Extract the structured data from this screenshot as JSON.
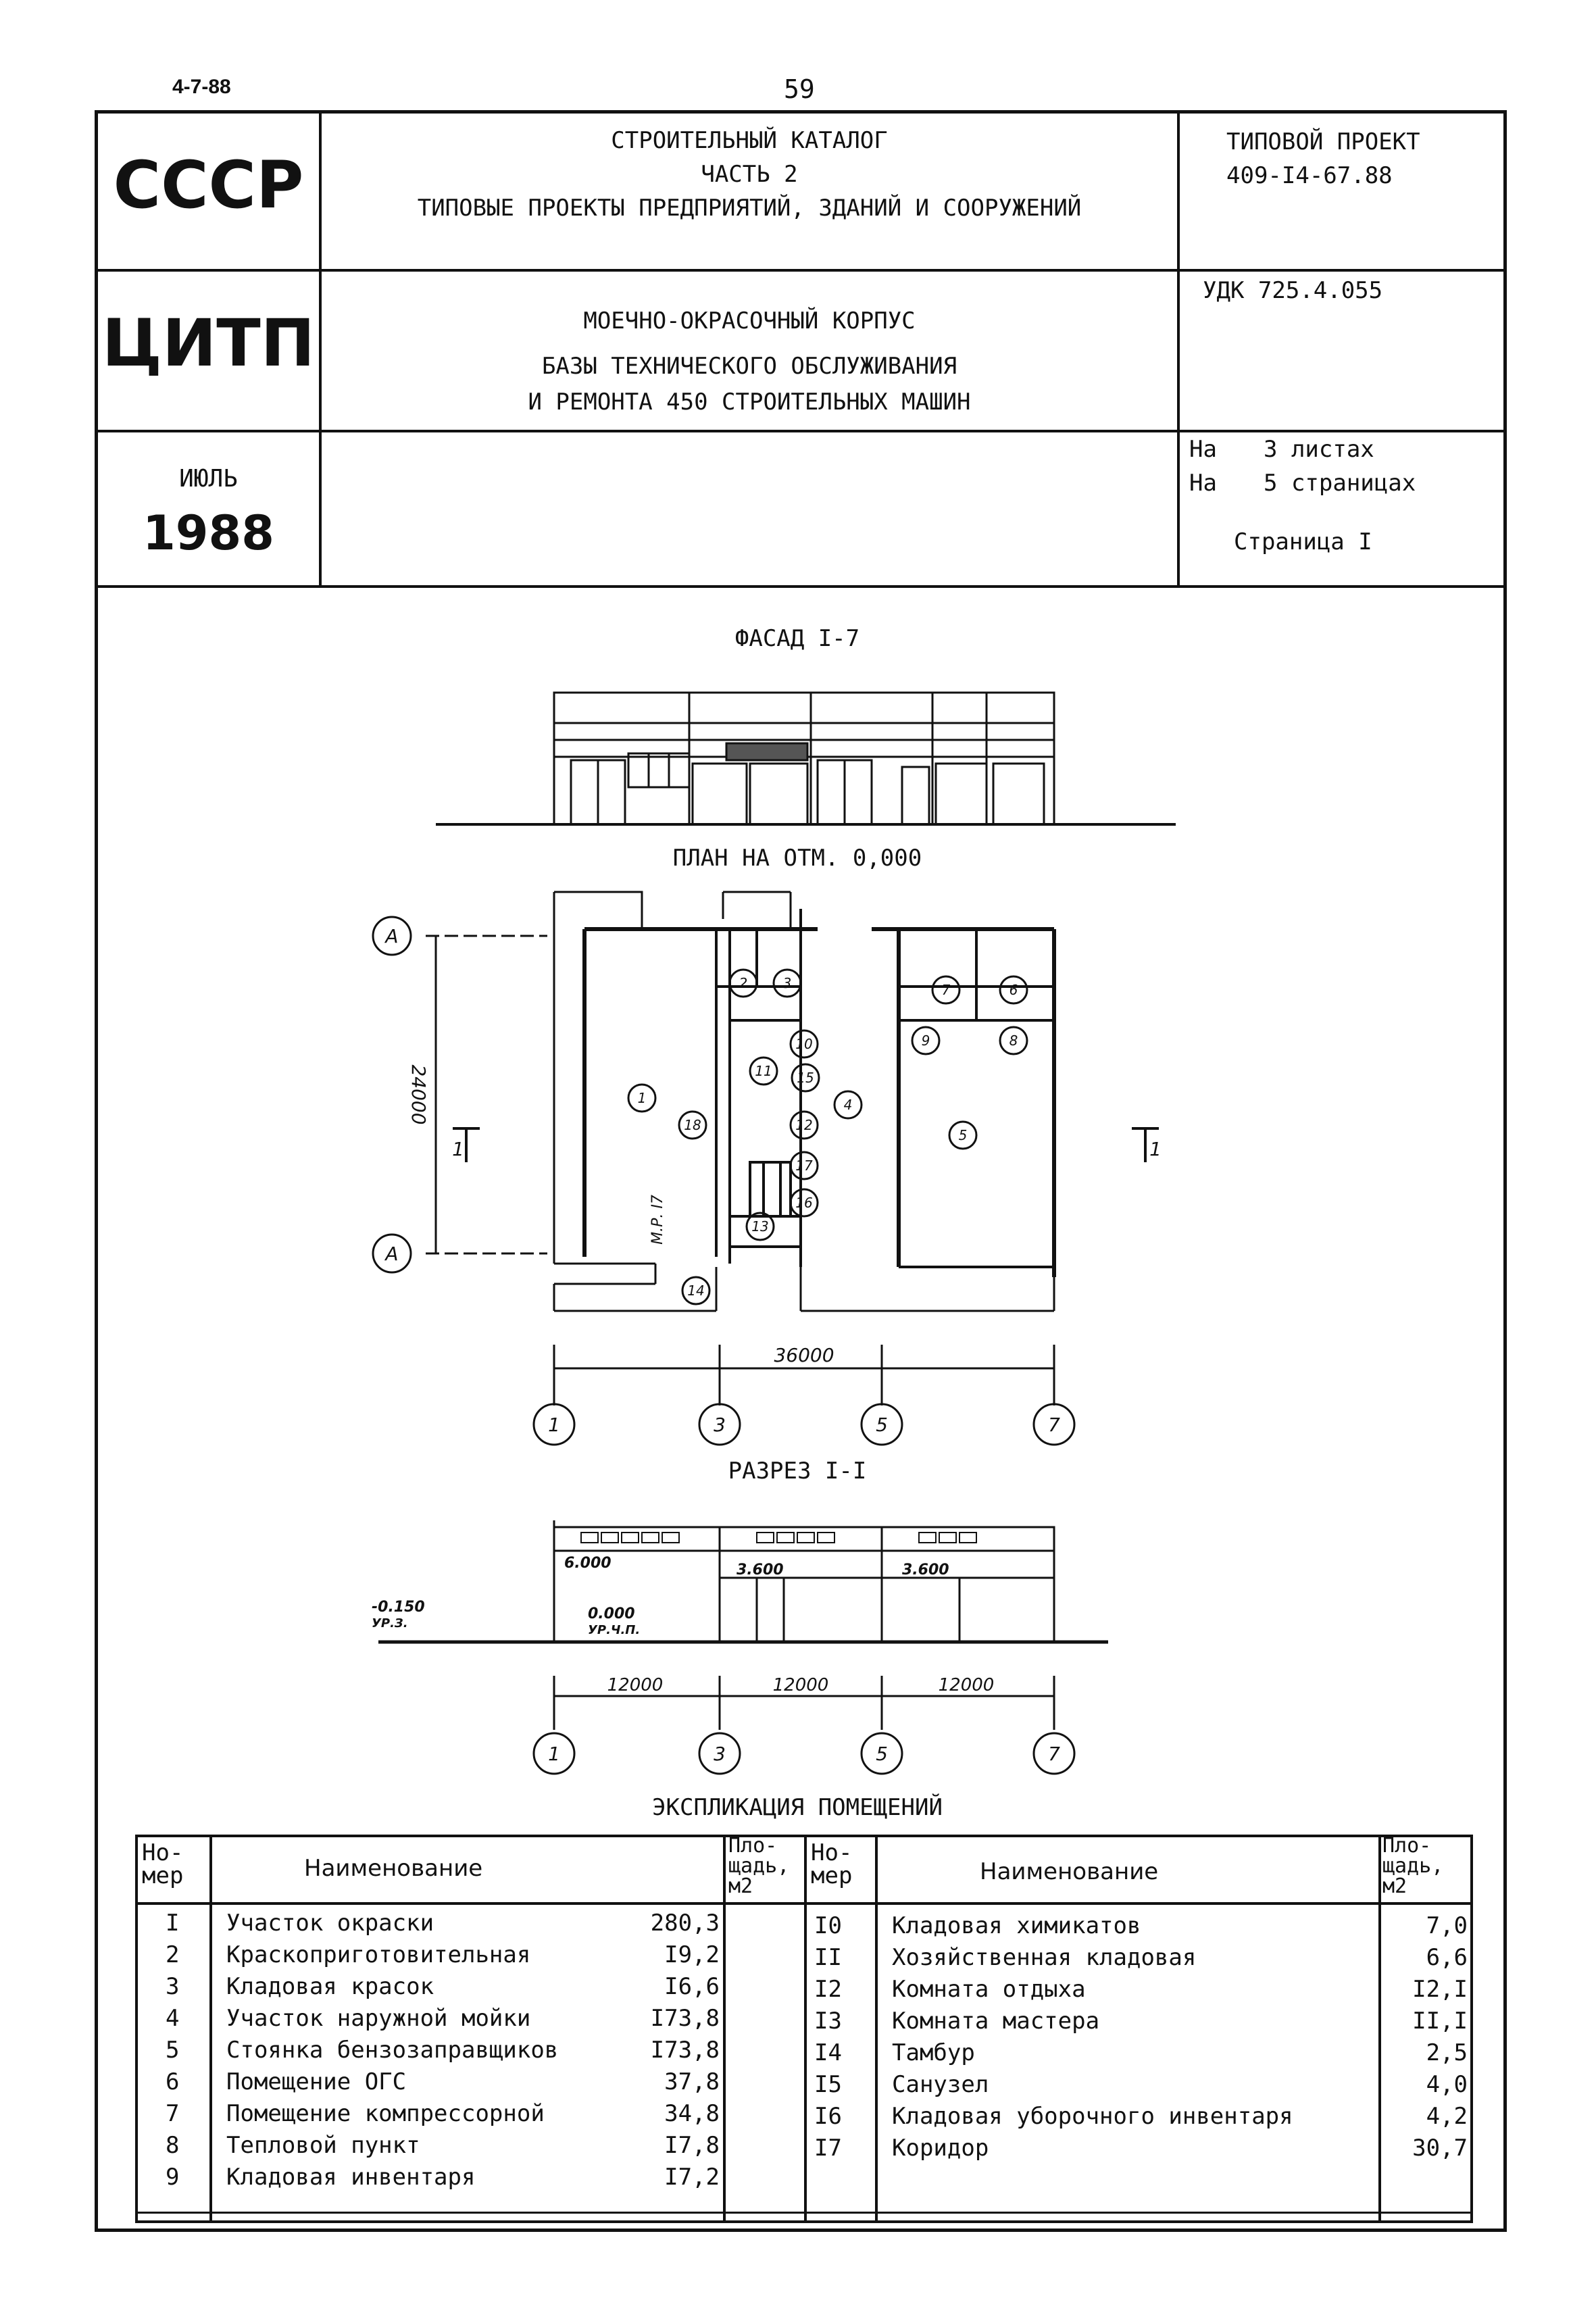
{
  "header": {
    "doc_code": "4-7-88",
    "page_number": "59"
  },
  "title_block": {
    "org1": "СССР",
    "org2": "ЦИТП",
    "month": "ИЮЛЬ",
    "year": "1988",
    "catalog_line1": "СТРОИТЕЛЬНЫЙ КАТАЛОГ",
    "catalog_line2": "ЧАСТЬ 2",
    "catalog_line3": "ТИПОВЫЕ ПРОЕКТЫ ПРЕДПРИЯТИЙ, ЗДАНИЙ И СООРУЖЕНИЙ",
    "project_label": "ТИПОВОЙ ПРОЕКТ",
    "project_code": "409-I4-67.88",
    "building_line1": "МОЕЧНО-ОКРАСОЧНЫЙ КОРПУС",
    "building_line2": "БАЗЫ ТЕХНИЧЕСКОГО ОБСЛУЖИВАНИЯ",
    "building_line3": "И РЕМОНТА 450 СТРОИТЕЛЬНЫХ МАШИН",
    "udk": "УДК 725.4.055",
    "sheets_prefix": "На",
    "sheets_value": "3 листах",
    "pages_prefix": "На",
    "pages_value": "5 страницах",
    "current_page": "Страница I"
  },
  "drawings": {
    "facade_title": "ФАСАД I-7",
    "plan_title": "ПЛАН НА ОТМ. 0,000",
    "section_title": "РАЗРЕЗ I-I",
    "axis_A": "А",
    "dim_24000": "24000",
    "dim_36000": "36000",
    "dim_12000": "12000",
    "cut_mark": "1",
    "axes": [
      "1",
      "3",
      "5",
      "7"
    ],
    "rooms": [
      "1",
      "2",
      "3",
      "4",
      "5",
      "6",
      "7",
      "8",
      "9",
      "10",
      "11",
      "12",
      "13",
      "14",
      "15",
      "16",
      "17",
      "18"
    ],
    "mr_label": "М.Р. I7",
    "elev_6000": "6.000",
    "elev_3600": "3.600",
    "elev_0000": "0.000",
    "elev_0000_sub": "УР.Ч.П.",
    "elev_ground": "-0.150",
    "elev_ground_sub": "УР.З."
  },
  "explication": {
    "title": "ЭКСПЛИКАЦИЯ ПОМЕЩЕНИЙ",
    "col_number_l1": "Но-",
    "col_number_l2": "мер",
    "col_name": "Наименование",
    "col_area_l1": "Пло-",
    "col_area_l2": "щадь,",
    "col_area_l3": "м2",
    "left_rows": [
      {
        "num": "I",
        "name": "Участок окраски",
        "area": "280,3"
      },
      {
        "num": "2",
        "name": "Краскоприготовительная",
        "area": "I9,2"
      },
      {
        "num": "3",
        "name": "Кладовая красок",
        "area": "I6,6"
      },
      {
        "num": "4",
        "name": "Участок наружной мойки",
        "area": "I73,8"
      },
      {
        "num": "5",
        "name": "Стоянка бензозаправщиков",
        "area": "I73,8"
      },
      {
        "num": "6",
        "name": "Помещение ОГС",
        "area": "37,8"
      },
      {
        "num": "7",
        "name": "Помещение компрессорной",
        "area": "34,8"
      },
      {
        "num": "8",
        "name": "Тепловой пункт",
        "area": "I7,8"
      },
      {
        "num": "9",
        "name": "Кладовая инвентаря",
        "area": "I7,2"
      }
    ],
    "right_rows": [
      {
        "num": "I0",
        "name": "Кладовая химикатов",
        "area": "7,0"
      },
      {
        "num": "II",
        "name": "Хозяйственная кладовая",
        "area": "6,6"
      },
      {
        "num": "I2",
        "name": "Комната отдыха",
        "area": "I2,I"
      },
      {
        "num": "I3",
        "name": "Комната мастера",
        "area": "II,I"
      },
      {
        "num": "I4",
        "name": "Тамбур",
        "area": "2,5"
      },
      {
        "num": "I5",
        "name": "Санузел",
        "area": "4,0"
      },
      {
        "num": "I6",
        "name": "Кладовая уборочного инвентаря",
        "area": "4,2"
      },
      {
        "num": "I7",
        "name": "Коридор",
        "area": "30,7"
      }
    ]
  }
}
